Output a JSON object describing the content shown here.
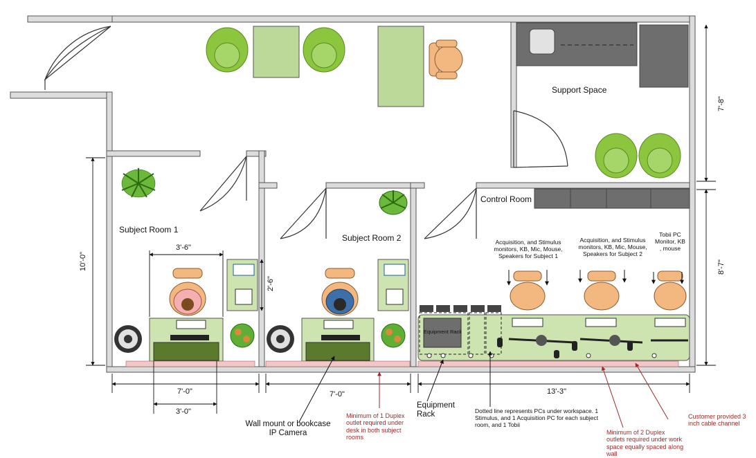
{
  "rooms": {
    "subject_room_1": "Subject Room 1",
    "subject_room_2": "Subject Room 2",
    "support_space": "Support Space",
    "control_room": "Control Room"
  },
  "dimensions": {
    "desk_width_1": "3'-6\"",
    "monitor_stand": "2'-6\"",
    "room_height": "10'-0\"",
    "room1_width": "7'-0\"",
    "room1_desk": "3'-0\"",
    "room2_width": "7'-0\"",
    "control_width": "13'-3\"",
    "support_height": "7'-8\"",
    "control_height": "8'-7\""
  },
  "labels": {
    "equipment_rack_inner": "Equipment Rack",
    "subject1_equipment": "Acquisition, and Stimulus monitors, KB, Mic, Mouse, Speakers for Subject 1",
    "subject2_equipment": "Acquisition, and Stimulus monitors, KB, Mic, Mouse, Speakers for Subject 2",
    "tobii_equipment": "Tobii PC Monitor, KB , mouse"
  },
  "callouts": {
    "camera": "Wall mount or bookcase IP Camera",
    "outlet_subject": "Minimum of 1 Duplex outlet required  under desk in both subject rooms",
    "equipment_rack": "Equipment Rack",
    "dotted_line": "Dotted line represents PCs under workspace. 1 Stimulus, and 1 Acquisition PC for each subject room, and 1 Tobii",
    "outlets_control": "Minimum of 2 Duplex outlets required  under work space equally spaced along wall",
    "cable_channel": "Customer provided 3 inch cable channel"
  },
  "colors": {
    "wall": "#8c8c8c",
    "green_chair": "#8cc63f",
    "green_table": "#bcd99a",
    "orange_chair": "#f2b880",
    "gray_counter": "#6e6e6e",
    "desk_green": "#cde3b0",
    "pink_channel": "#f0c8c8",
    "callout_red": "#9b2b2b"
  }
}
